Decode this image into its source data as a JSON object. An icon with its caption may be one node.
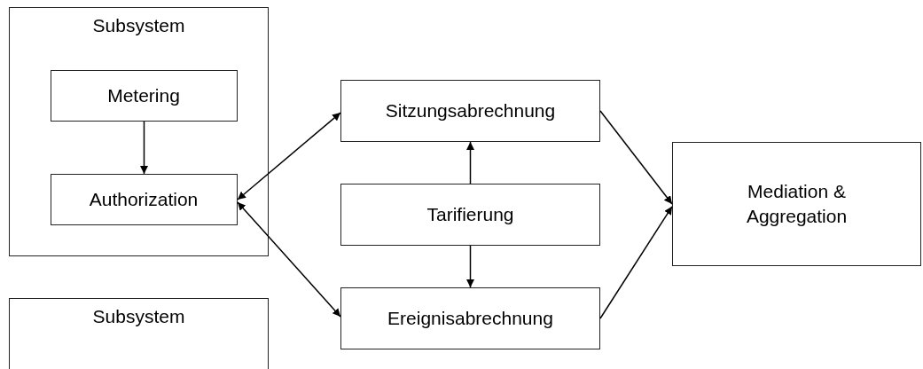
{
  "diagram": {
    "nodes": [
      {
        "text": [
          "Subsystem"
        ]
      },
      {
        "text": [
          "Metering"
        ],
        "in": 0
      },
      {
        "text": [
          "Authorization"
        ],
        "in": 0
      },
      {
        "text": [
          "Sitzungsabrechnung"
        ]
      },
      {
        "text": [
          "Tarifierung"
        ]
      },
      {
        "text": [
          "Ereignisabrechnung"
        ]
      },
      {
        "text": [
          "Mediation & Aggregation"
        ]
      },
      {
        "text": [
          "Subsystem"
        ]
      }
    ],
    "edges": [
      {
        "from": 1,
        "to": 2,
        "arrow": "to"
      },
      {
        "from": 2,
        "to": 3,
        "arrow": "both"
      },
      {
        "from": 2,
        "to": 5,
        "arrow": "both"
      },
      {
        "from": 4,
        "to": 3,
        "arrow": "to"
      },
      {
        "from": 4,
        "to": 5,
        "arrow": "to"
      },
      {
        "from": 3,
        "to": 6,
        "arrow": "to"
      },
      {
        "from": 5,
        "to": 6,
        "arrow": "to"
      }
    ]
  }
}
